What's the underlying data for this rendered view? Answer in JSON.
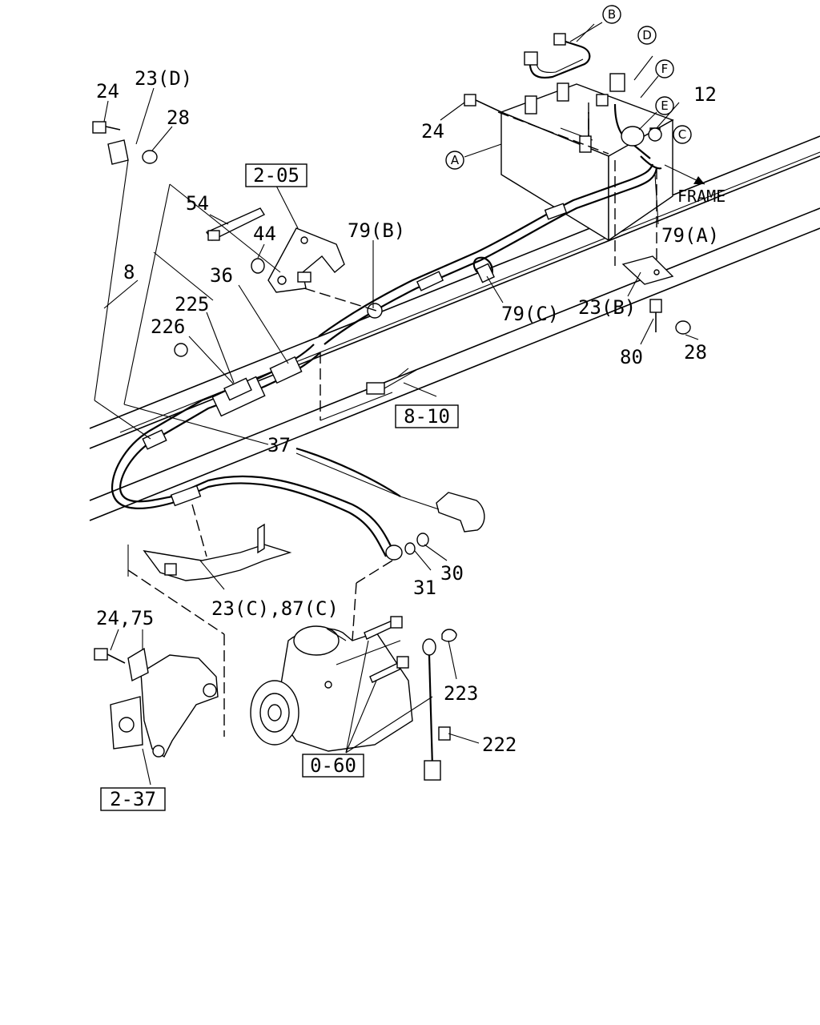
{
  "labels": {
    "l24_top": "24",
    "l23d": "23(D)",
    "l28_top": "28",
    "l205": "2-05",
    "l54": "54",
    "l44": "44",
    "l79b": "79(B)",
    "l8": "8",
    "l36": "36",
    "l225": "225",
    "l226": "226",
    "l37": "37",
    "l810": "8-10",
    "l79c": "79(C)",
    "l23b": "23(B)",
    "l80": "80",
    "l28_right": "28",
    "l79a": "79(A)",
    "l12": "12",
    "l24_mid": "24",
    "lframe": "FRAME",
    "l31": "31",
    "l30": "30",
    "l23c87c": "23(C),87(C)",
    "l2475": "24,75",
    "l223": "223",
    "l222": "222",
    "l060": "0-60",
    "l237": "2-37"
  },
  "callouts": {
    "a": "A",
    "b": "B",
    "c": "C",
    "d": "D",
    "e": "E",
    "f": "F"
  }
}
